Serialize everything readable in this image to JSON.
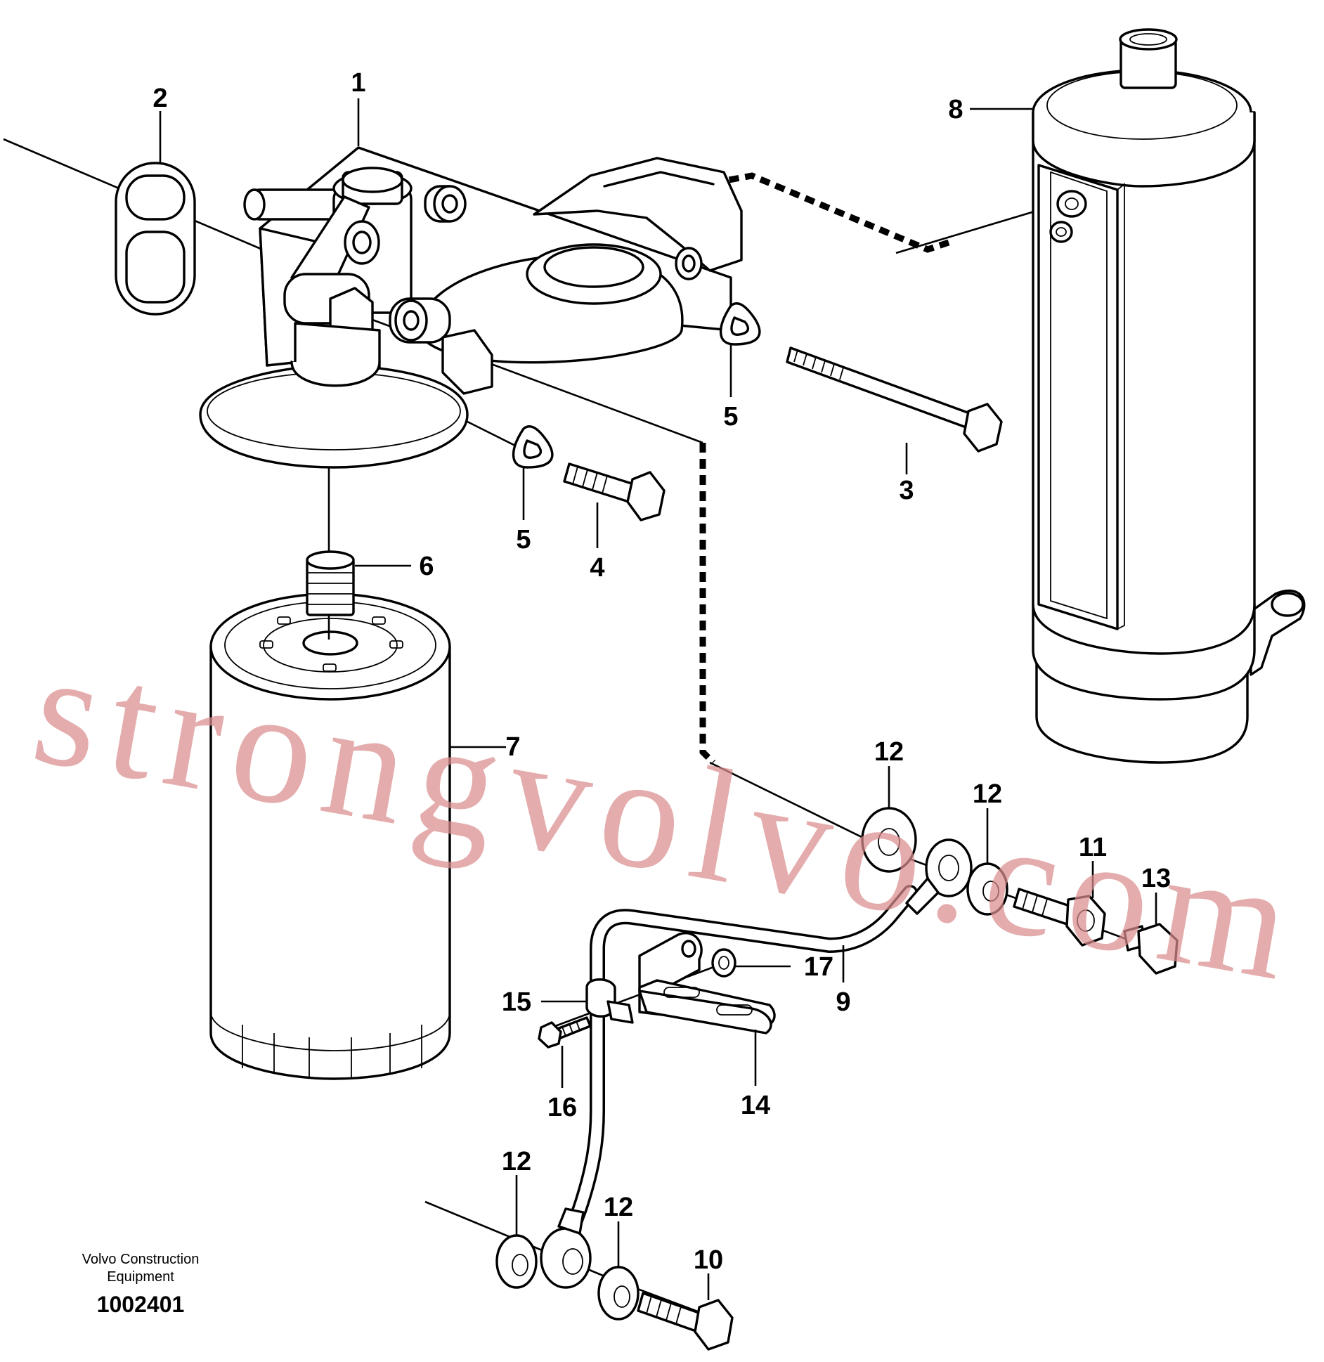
{
  "callouts": {
    "c1": "1",
    "c2": "2",
    "c3": "3",
    "c4": "4",
    "c5a": "5",
    "c5b": "5",
    "c6": "6",
    "c7": "7",
    "c8": "8",
    "c9": "9",
    "c10": "10",
    "c11": "11",
    "c12a": "12",
    "c12b": "12",
    "c12c": "12",
    "c12d": "12",
    "c13": "13",
    "c14": "14",
    "c15": "15",
    "c16": "16",
    "c17": "17"
  },
  "watermark": "strongvolvo.com",
  "caption": {
    "line1": "Volvo Construction",
    "line2": "Equipment",
    "number": "1002401"
  },
  "colors": {
    "line": "#000000",
    "watermark": "#d98c8c",
    "background": "#ffffff"
  }
}
